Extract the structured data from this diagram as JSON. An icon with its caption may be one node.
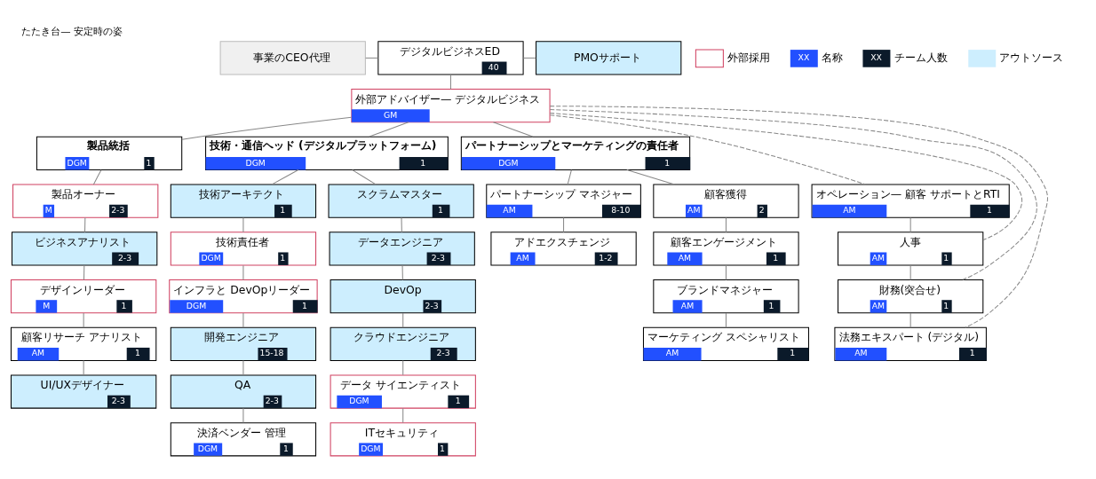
{
  "diagram": {
    "title": "たたき台— 安定時の姿",
    "nodes": [
      {
        "text": [
          "事業のCEO代理"
        ]
      },
      {
        "text": [
          "デジタルビジネスED",
          "40"
        ]
      },
      {
        "text": [
          "PMOサポート"
        ]
      },
      {
        "text": [
          "外部アドバイザー— デジタルビジネス",
          "GM"
        ]
      },
      {
        "text": [
          "製品統括",
          "DGM",
          "1"
        ]
      },
      {
        "text": [
          "製品オーナー",
          "M",
          "2-3"
        ]
      },
      {
        "text": [
          "ビジネスアナリスト",
          "2-3"
        ]
      },
      {
        "text": [
          "デザインリーダー",
          "M",
          "1"
        ]
      },
      {
        "text": [
          "顧客リサーチ アナリスト",
          "AM",
          "1"
        ]
      },
      {
        "text": [
          "UI/UXデザイナー",
          "2-3"
        ]
      },
      {
        "text": [
          "技術・通信ヘッド (デジタルプラットフォーム)",
          "DGM",
          "1"
        ]
      },
      {
        "text": [
          "技術アーキテクト",
          "1"
        ]
      },
      {
        "text": [
          "技術責任者",
          "DGM",
          "1"
        ]
      },
      {
        "text": [
          "インフラと DevOpリーダー",
          "DGM",
          "1"
        ]
      },
      {
        "text": [
          "開発エンジニア",
          "15-18"
        ]
      },
      {
        "text": [
          "QA",
          "2-3"
        ]
      },
      {
        "text": [
          "決済ベンダー 管理",
          "DGM",
          "1"
        ]
      },
      {
        "text": [
          "スクラムマスター",
          "1"
        ]
      },
      {
        "text": [
          "データエンジニア",
          "2-3"
        ]
      },
      {
        "text": [
          "DevOp",
          "2-3"
        ]
      },
      {
        "text": [
          "クラウドエンジニア",
          "2-3"
        ]
      },
      {
        "text": [
          "データ サイエンティスト",
          "DGM",
          "1"
        ]
      },
      {
        "text": [
          "ITセキュリティ",
          "DGM",
          "1"
        ]
      },
      {
        "text": [
          "パートナーシップとマーケティングの責任者",
          "DGM",
          "1"
        ]
      },
      {
        "text": [
          "パートナーシップ マネジャー",
          "AM",
          "8-10"
        ]
      },
      {
        "text": [
          "アドエクスチェンジ",
          "AM",
          "1-2"
        ]
      },
      {
        "text": [
          "顧客獲得",
          "AM",
          "2"
        ]
      },
      {
        "text": [
          "顧客エンゲージメント",
          "AM",
          "1"
        ]
      },
      {
        "text": [
          "ブランドマネジャー",
          "AM",
          "1"
        ]
      },
      {
        "text": [
          "マーケティング スペシャリスト",
          "AM",
          "1"
        ]
      },
      {
        "text": [
          "オペレーション— 顧客 サポートとRTI",
          "AM",
          "1"
        ]
      },
      {
        "text": [
          "人事",
          "AM",
          "1"
        ]
      },
      {
        "text": [
          "財務(突合せ)",
          "AM",
          "1"
        ]
      },
      {
        "text": [
          "法務エキスパート (デジタル)",
          "AM",
          "1"
        ]
      }
    ],
    "edges": [
      {
        "from": 0,
        "to": 1,
        "arrow": "none"
      },
      {
        "from": 1,
        "to": 2,
        "arrow": "none"
      },
      {
        "from": 1,
        "to": 3,
        "arrow": "none"
      },
      {
        "from": 3,
        "to": 4,
        "arrow": "none"
      },
      {
        "from": 3,
        "to": 10,
        "arrow": "none"
      },
      {
        "from": 3,
        "to": 23,
        "arrow": "none"
      },
      {
        "from": 4,
        "to": 5,
        "arrow": "none"
      },
      {
        "from": 5,
        "to": 6,
        "arrow": "none"
      },
      {
        "from": 6,
        "to": 7,
        "arrow": "none"
      },
      {
        "from": 7,
        "to": 8,
        "arrow": "none"
      },
      {
        "from": 8,
        "to": 9,
        "arrow": "none"
      },
      {
        "from": 10,
        "to": 11,
        "arrow": "none"
      },
      {
        "from": 11,
        "to": 12,
        "arrow": "none"
      },
      {
        "from": 12,
        "to": 13,
        "arrow": "none"
      },
      {
        "from": 13,
        "to": 14,
        "arrow": "none"
      },
      {
        "from": 14,
        "to": 15,
        "arrow": "none"
      },
      {
        "from": 15,
        "to": 16,
        "arrow": "none"
      },
      {
        "from": 10,
        "to": 17,
        "arrow": "none"
      },
      {
        "from": 17,
        "to": 18,
        "arrow": "none"
      },
      {
        "from": 18,
        "to": 19,
        "arrow": "none"
      },
      {
        "from": 19,
        "to": 20,
        "arrow": "none"
      },
      {
        "from": 20,
        "to": 21,
        "arrow": "none"
      },
      {
        "from": 21,
        "to": 22,
        "arrow": "none"
      },
      {
        "from": 23,
        "to": 24,
        "arrow": "none"
      },
      {
        "from": 24,
        "to": 25,
        "arrow": "none"
      },
      {
        "from": 23,
        "to": 26,
        "arrow": "none"
      },
      {
        "from": 26,
        "to": 27,
        "arrow": "none"
      },
      {
        "from": 27,
        "to": 28,
        "arrow": "none"
      },
      {
        "from": 28,
        "to": 29,
        "arrow": "none"
      },
      {
        "from": 3,
        "to": 30,
        "arrow": "none",
        "style": "dashed"
      },
      {
        "from": 3,
        "to": 31,
        "arrow": "none",
        "style": "dashed"
      },
      {
        "from": 3,
        "to": 32,
        "arrow": "none",
        "style": "dashed"
      },
      {
        "from": 3,
        "to": 33,
        "arrow": "none",
        "style": "dashed"
      },
      {
        "from": 30,
        "to": 31,
        "arrow": "none"
      },
      {
        "from": 31,
        "to": 32,
        "arrow": "none"
      },
      {
        "from": 32,
        "to": 33,
        "arrow": "none"
      }
    ],
    "labels": [
      "XX",
      "XX"
    ],
    "legend": [
      {
        "text": "外部採用"
      },
      {
        "text": "名称",
        "color": "#2250ff"
      },
      {
        "text": "チーム人数",
        "color": "#0b1a2a"
      },
      {
        "text": "アウトソース",
        "color": "#cdeefe"
      }
    ]
  }
}
